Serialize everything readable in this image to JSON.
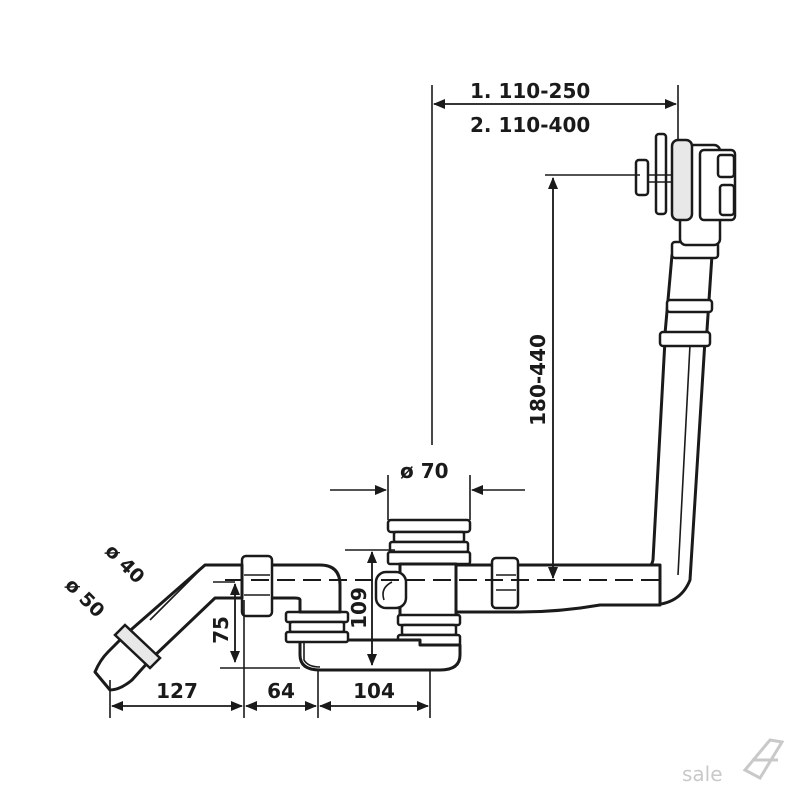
{
  "diagram": {
    "dimensions": {
      "reach_option_1": "1. 110-250",
      "reach_option_2": "2. 110-400",
      "height_range": "180-440",
      "outlet_diameter": "ø 70",
      "pipe_diameter_40": "ø 40",
      "pipe_diameter_50": "ø 50",
      "trap_height_75": "75",
      "trap_height_109": "109",
      "horizontal_127": "127",
      "horizontal_64": "64",
      "horizontal_104": "104"
    },
    "watermark": "sale"
  }
}
